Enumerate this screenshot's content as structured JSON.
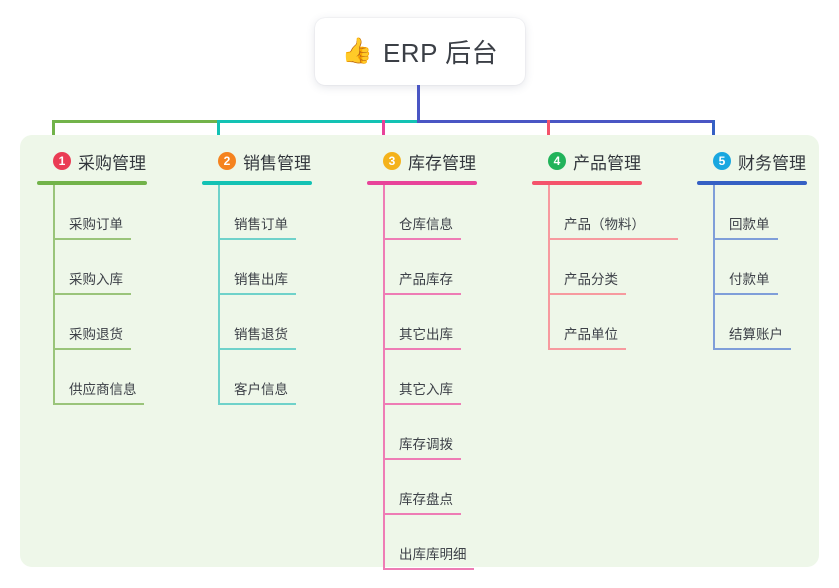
{
  "diagram": {
    "type": "mind-map",
    "background_color": "#ffffff",
    "panel_color": "#eef7e9"
  },
  "root": {
    "icon": "thumbs-up-icon",
    "icon_glyph": "👍",
    "title": "ERP 后台"
  },
  "trunk": {
    "color": "#4a56c4",
    "segments": [
      {
        "name": "left-green",
        "color": "#72b34a"
      },
      {
        "name": "mid-teal",
        "color": "#13c2b4"
      },
      {
        "name": "right-indigo",
        "color": "#4a56c4"
      }
    ]
  },
  "branches": [
    {
      "index": "1",
      "title": "采购管理",
      "badge_color": "#ea3c54",
      "line_color": "#72b34a",
      "drop_color": "#72b34a",
      "leaf_color": "#9ac47a",
      "children": [
        {
          "label": "采购订单"
        },
        {
          "label": "采购入库"
        },
        {
          "label": "采购退货"
        },
        {
          "label": "供应商信息"
        }
      ]
    },
    {
      "index": "2",
      "title": "销售管理",
      "badge_color": "#f5831f",
      "line_color": "#13c2b4",
      "drop_color": "#13c2b4",
      "leaf_color": "#6fd2ca",
      "children": [
        {
          "label": "销售订单"
        },
        {
          "label": "销售出库"
        },
        {
          "label": "销售退货"
        },
        {
          "label": "客户信息"
        }
      ]
    },
    {
      "index": "3",
      "title": "库存管理",
      "badge_color": "#f4b21b",
      "line_color": "#e8439a",
      "drop_color": "#e8439a",
      "leaf_color": "#ee7cb5",
      "children": [
        {
          "label": "仓库信息"
        },
        {
          "label": "产品库存"
        },
        {
          "label": "其它出库"
        },
        {
          "label": "其它入库"
        },
        {
          "label": "库存调拨"
        },
        {
          "label": "库存盘点"
        },
        {
          "label": "出库库明细"
        }
      ]
    },
    {
      "index": "4",
      "title": "产品管理",
      "badge_color": "#21b35a",
      "line_color": "#f4536b",
      "drop_color": "#f4536b",
      "leaf_color": "#f79a9f",
      "children": [
        {
          "label": "产品（物料）"
        },
        {
          "label": "产品分类"
        },
        {
          "label": "产品单位"
        }
      ]
    },
    {
      "index": "5",
      "title": "财务管理",
      "badge_color": "#19a7e0",
      "line_color": "#3560c4",
      "drop_color": "#3560c4",
      "leaf_color": "#7f9ed9",
      "children": [
        {
          "label": "回款单"
        },
        {
          "label": "付款单"
        },
        {
          "label": "结算账户"
        }
      ]
    }
  ]
}
